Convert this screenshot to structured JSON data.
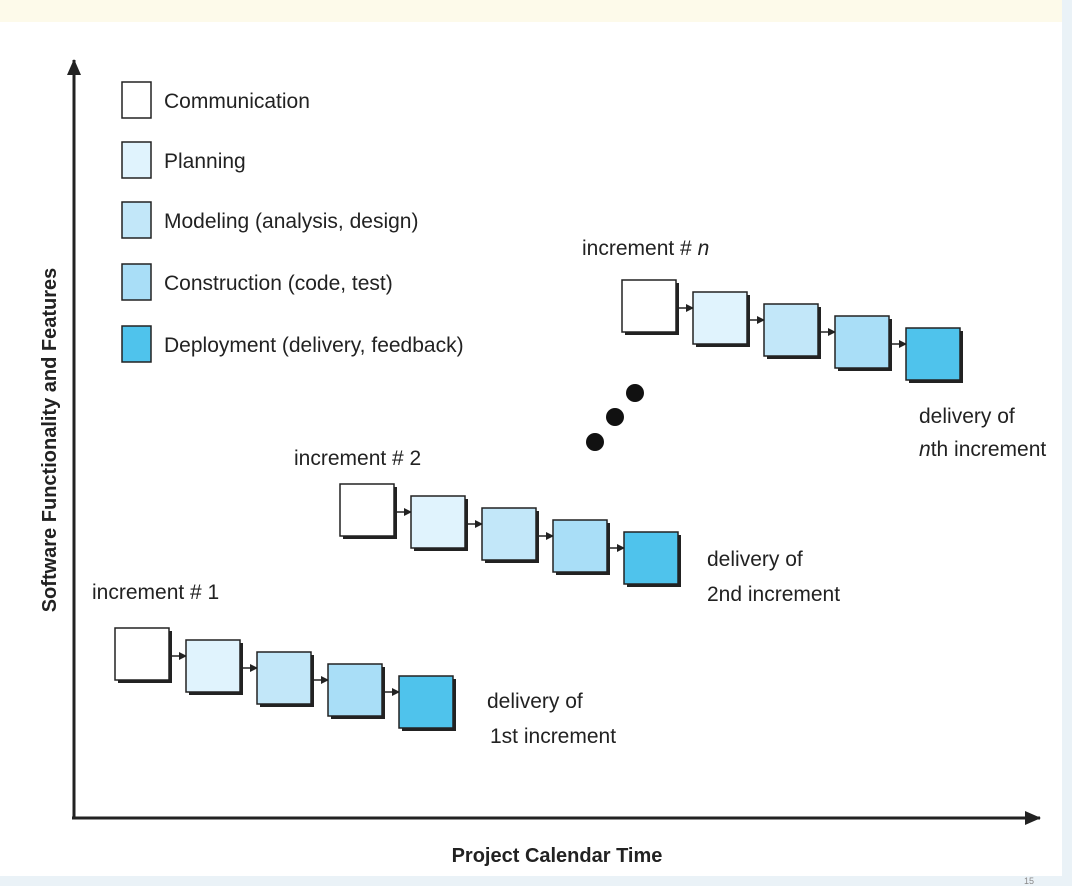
{
  "legend": [
    {
      "label": "Communication",
      "color": "#ffffff"
    },
    {
      "label": "Planning",
      "color": "#e0f3fd"
    },
    {
      "label": "Modeling (analysis, design)",
      "color": "#c2e7f9"
    },
    {
      "label": "Construction (code, test)",
      "color": "#a9def7"
    },
    {
      "label": "Deployment (delivery, feedback)",
      "color": "#4fc3ec"
    }
  ],
  "axes": {
    "x_label": "Project Calendar Time",
    "y_label": "Software Functionality and Features"
  },
  "increments": [
    {
      "label": "increment # 1",
      "delivery": [
        "delivery of",
        "1st increment"
      ]
    },
    {
      "label": "increment # 2",
      "delivery": [
        "delivery of",
        "2nd increment"
      ]
    },
    {
      "label_prefix": "increment # ",
      "label_var": "n",
      "delivery": [
        "delivery of",
        "th increment"
      ],
      "delivery_var": "n"
    }
  ],
  "page_number": "15"
}
